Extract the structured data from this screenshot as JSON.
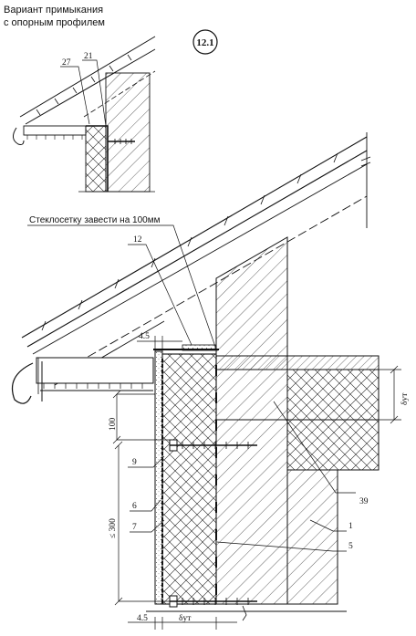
{
  "header": {
    "title_line1": "Вариант примыкания",
    "title_line2": "с опорным профилем",
    "sheet_number": "12.1"
  },
  "notes": {
    "mesh_note": "Стеклосетку завести на 100мм"
  },
  "callouts": {
    "c27": "27",
    "c21": "21",
    "c12": "12",
    "c9": "9",
    "c6": "6",
    "c7": "7",
    "c39": "39",
    "c1": "1",
    "c5": "5"
  },
  "dimensions": {
    "d45_top": "4.5",
    "d100": "100",
    "d300": "≤ 300",
    "d45_bottom": "4.5",
    "delta_ut_right": "δут",
    "delta_ut_bottom": "δут"
  },
  "colors": {
    "ink": "#111111",
    "paper": "#ffffff"
  }
}
